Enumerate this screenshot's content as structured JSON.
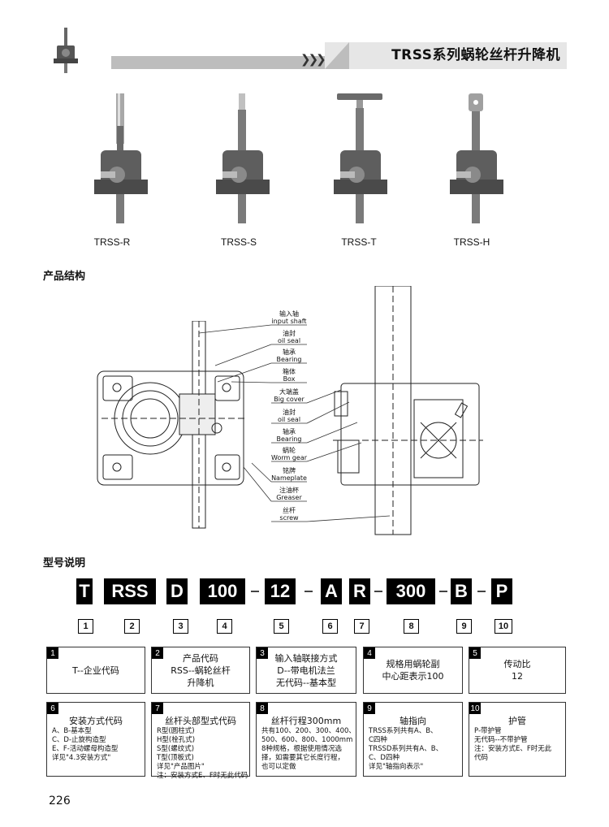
{
  "header": {
    "title": "TRSS系列蜗轮丝杆升降机"
  },
  "models": [
    {
      "label": "TRSS-R",
      "top": "rod"
    },
    {
      "label": "TRSS-S",
      "top": "thread"
    },
    {
      "label": "TRSS-T",
      "top": "plate"
    },
    {
      "label": "TRSS-H",
      "top": "clevis"
    }
  ],
  "structure": {
    "title": "产品结构",
    "labels": [
      {
        "cn": "输入轴",
        "en": "input shaft"
      },
      {
        "cn": "油封",
        "en": "oil seal"
      },
      {
        "cn": "轴承",
        "en": "Bearing"
      },
      {
        "cn": "箱体",
        "en": "Box"
      },
      {
        "cn": "大端盖",
        "en": "Big cover"
      },
      {
        "cn": "油封",
        "en": "oil seal"
      },
      {
        "cn": "轴承",
        "en": "Bearing"
      },
      {
        "cn": "蜗轮",
        "en": "Worm gear"
      },
      {
        "cn": "铭牌",
        "en": "Nameplate"
      },
      {
        "cn": "注油杯",
        "en": "Greaser"
      },
      {
        "cn": "丝杆",
        "en": "screw"
      }
    ]
  },
  "model_code": {
    "title": "型号说明",
    "segments": [
      "T",
      "RSS",
      "D",
      "100",
      "12",
      "A",
      "R",
      "300",
      "B",
      "P"
    ],
    "dash": "-",
    "numbers": [
      "1",
      "2",
      "3",
      "4",
      "5",
      "6",
      "7",
      "8",
      "9",
      "10"
    ]
  },
  "descriptions": [
    {
      "num": "1",
      "lines": [
        "T--企业代码"
      ]
    },
    {
      "num": "2",
      "lines": [
        "产品代码",
        "RSS--蜗轮丝杆",
        "升降机"
      ]
    },
    {
      "num": "3",
      "lines": [
        "输入轴联接方式",
        "D--带电机法兰",
        "无代码--基本型"
      ]
    },
    {
      "num": "4",
      "lines": [
        "规格用蜗轮副",
        "中心距表示100"
      ]
    },
    {
      "num": "5",
      "lines": [
        "传动比",
        "12"
      ]
    },
    {
      "num": "6",
      "title": "安装方式代码",
      "lines": [
        "A、B-基本型",
        "C、D-止旋构造型",
        "E、F-活动螺母构造型",
        "详见\"4.3安装方式\""
      ]
    },
    {
      "num": "7",
      "title": "丝杆头部型式代码",
      "lines": [
        "R型(圆柱式)",
        "H型(栓孔式)",
        "S型(螺纹式)",
        "T型(顶板式)",
        "详见\"产品图片\"",
        "注：安装方式E、F时无此代码"
      ]
    },
    {
      "num": "8",
      "title": "丝杆行程300mm",
      "lines": [
        "共有100、200、300、400、",
        "500、600、800、1000mm",
        "8种规格，根据使用情况选",
        "择，如需要其它长度行程，",
        "也可以定做"
      ]
    },
    {
      "num": "9",
      "title": "轴指向",
      "lines": [
        "TRSS系列共有A、B、",
        "C四种",
        "TRSSD系列共有A、B、",
        "C、D四种",
        "详见\"轴指向表示\""
      ]
    },
    {
      "num": "10",
      "title": "护管",
      "lines": [
        "P-带护管",
        "无代码--不带护管",
        "注：安装方式E、F时无此",
        "代码"
      ]
    }
  ],
  "page_number": "226"
}
